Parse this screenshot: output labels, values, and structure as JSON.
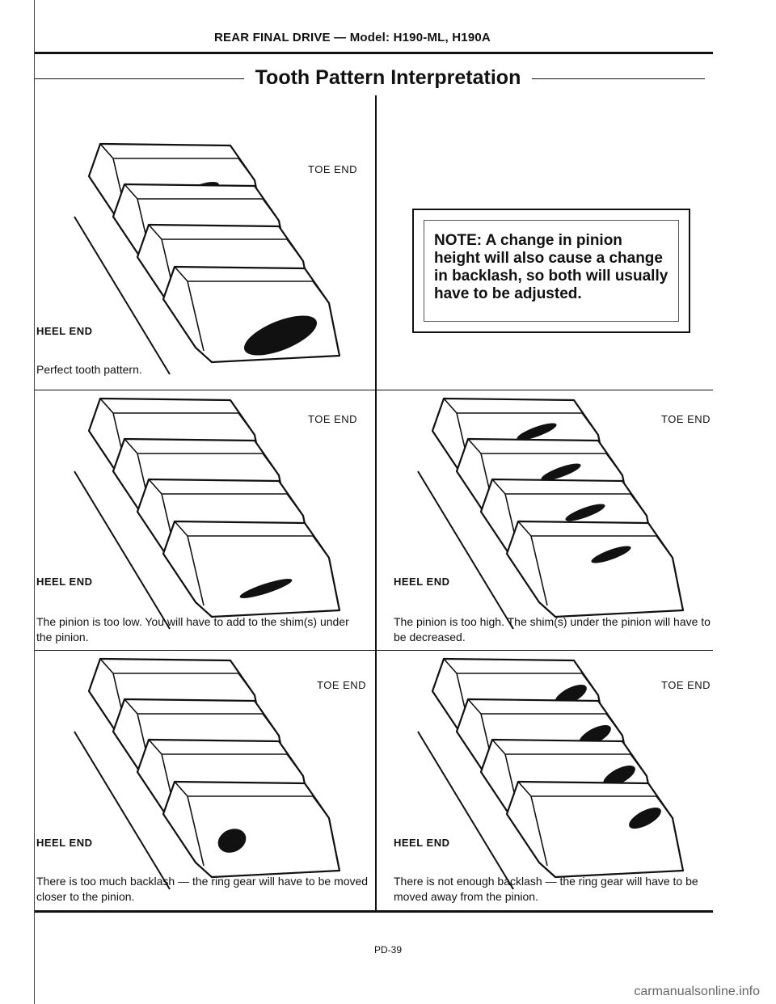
{
  "header": {
    "title": "REAR FINAL DRIVE — Model: H190-ML, H190A"
  },
  "section_title": "Tooth Pattern Interpretation",
  "note": "NOTE: A change in pinion height will also cause a change in backlash, so both will usually have to be adjusted.",
  "labels": {
    "toe_end": "TOE END",
    "heel_end": "HEEL END"
  },
  "panels": [
    {
      "id": "perfect",
      "caption": "Perfect tooth pattern.",
      "pattern": "center"
    },
    {
      "id": "pinion-low",
      "caption": "The pinion is too low. You will have to add to the shim(s) under the pinion.",
      "pattern": "flank"
    },
    {
      "id": "pinion-high",
      "caption": "The pinion is too high. The shim(s) under the pinion will have to be decreased.",
      "pattern": "face"
    },
    {
      "id": "too-much-backlash",
      "caption": "There is too much backlash — the ring gear will have to be moved closer to the pinion.",
      "pattern": "heel"
    },
    {
      "id": "not-enough-backlash",
      "caption": "There is not enough backlash — the ring gear will have to be moved away from the pinion.",
      "pattern": "toe"
    }
  ],
  "footer": {
    "page_number": "PD-39"
  },
  "watermark": "carmanualsonline.info"
}
